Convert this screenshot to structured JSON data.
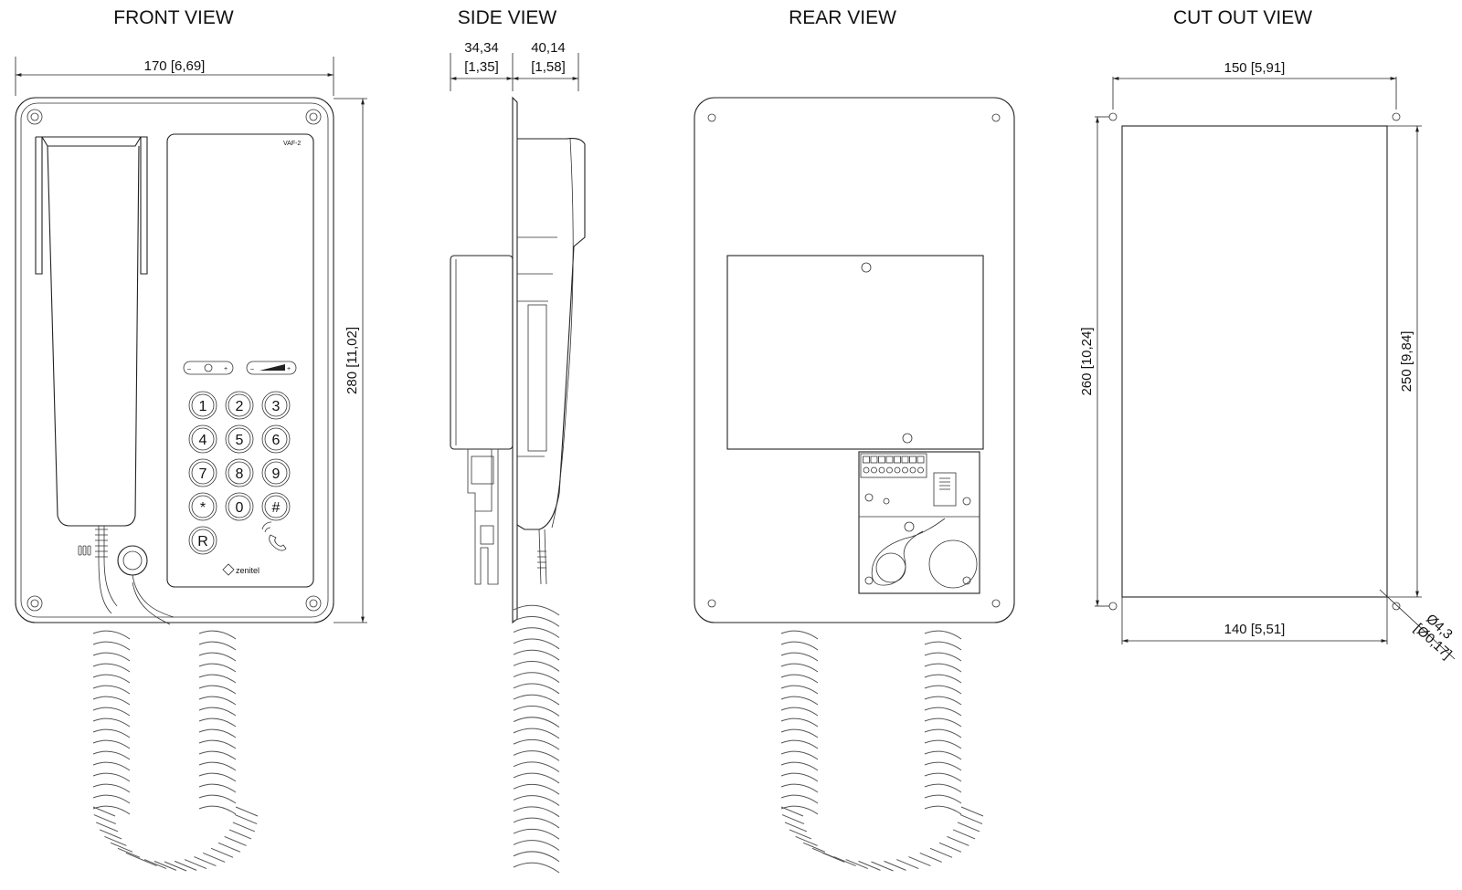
{
  "views": {
    "front": {
      "title": "FRONT VIEW"
    },
    "side": {
      "title": "SIDE VIEW"
    },
    "rear": {
      "title": "REAR VIEW"
    },
    "cutout": {
      "title": "CUT OUT VIEW"
    }
  },
  "dimensions": {
    "front_width": "170 [6,69]",
    "front_height": "280 [11,02]",
    "side_depth_1_mm": "34,34",
    "side_depth_1_in": "[1,35]",
    "side_depth_2_mm": "40,14",
    "side_depth_2_in": "[1,58]",
    "cutout_outer_width": "150 [5,91]",
    "cutout_inner_width": "140 [5,51]",
    "cutout_outer_height": "260 [10,24]",
    "cutout_inner_height": "250 [9,84]",
    "hole_diameter_mm": "Ø4,3",
    "hole_diameter_in": "[Ø0,17]"
  },
  "device": {
    "model": "VAF-2",
    "brand": "zenitel",
    "keypad": [
      "1",
      "2",
      "3",
      "4",
      "5",
      "6",
      "7",
      "8",
      "9",
      "*",
      "0",
      "#",
      "R"
    ]
  }
}
